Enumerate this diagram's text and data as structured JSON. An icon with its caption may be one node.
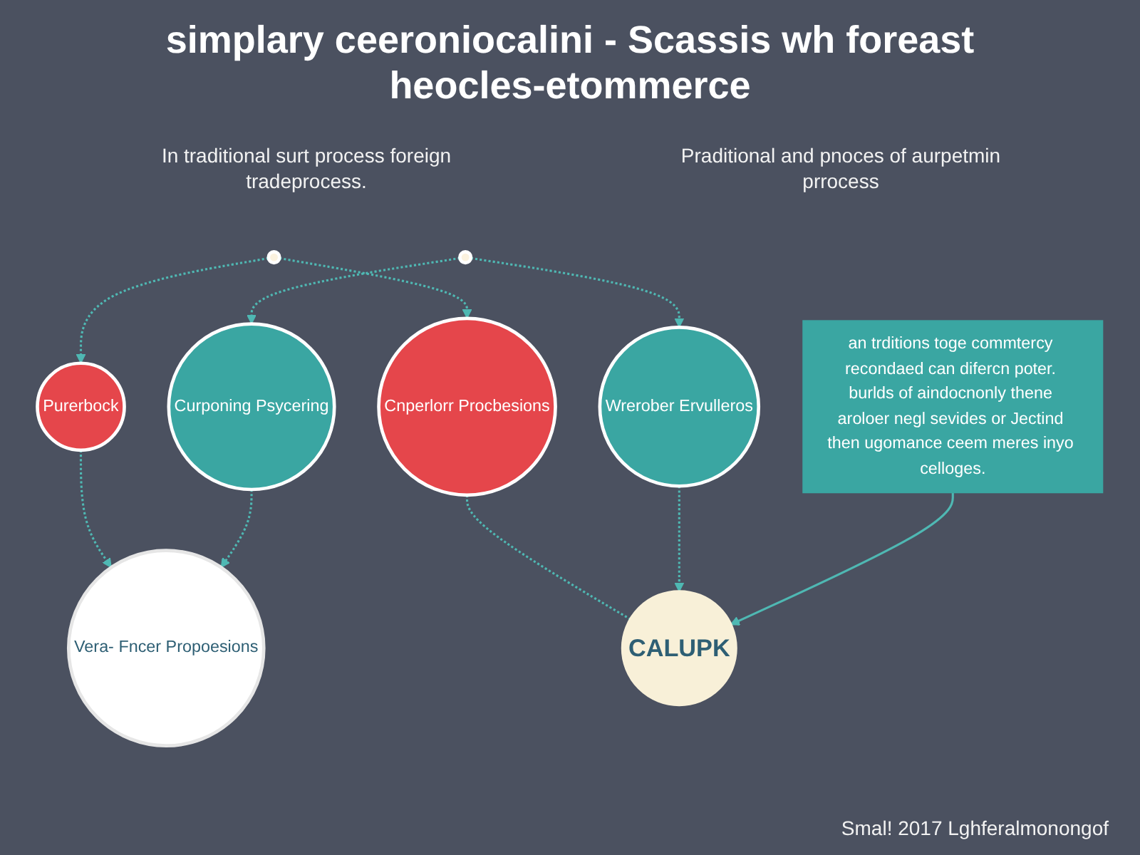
{
  "diagram": {
    "title": "simplary ceeroniocalini - Scassis wh foreast heocles-etommerce",
    "nodes": [
      {
        "text": [
          "Vera- Fncer Propoesions"
        ]
      },
      {
        "text": [
          "Purerbock"
        ]
      },
      {
        "text": [
          "Curponing Psycering"
        ]
      },
      {
        "text": [],
        "shape": "circle"
      },
      {
        "text": [],
        "shape": "circle"
      },
      {
        "text": [
          "Cnperlorr Procbesions"
        ]
      },
      {
        "text": [
          "CALUPK"
        ]
      },
      {
        "text": [
          "Wrerober Ervulleros"
        ]
      },
      {
        "text": [
          "an trditions toge commtercy recondaed can difercn poter. burlds of aindocnonly thene aroloer negl sevides or Jectind then ugomance ceem meres inyo celloges."
        ]
      }
    ],
    "edges": [
      {
        "from": 1,
        "to": 0,
        "arrow": "to",
        "style": "dashed"
      },
      {
        "from": 2,
        "to": 0,
        "arrow": "to",
        "style": "dashed"
      },
      {
        "from": 3,
        "to": 1,
        "arrow": "to",
        "style": "dashed"
      },
      {
        "from": 4,
        "to": 2,
        "arrow": "to",
        "style": "dashed"
      },
      {
        "from": 3,
        "to": 5,
        "arrow": "to",
        "style": "dashed"
      },
      {
        "from": 4,
        "to": 7,
        "arrow": "to",
        "style": "dashed"
      },
      {
        "from": 5,
        "to": 6,
        "arrow": "none",
        "style": "dashed"
      },
      {
        "from": 7,
        "to": 6,
        "arrow": "to",
        "style": "dashed"
      },
      {
        "from": 8,
        "to": 6,
        "arrow": "to"
      }
    ],
    "labels": [
      "In traditional surt process foreign tradeprocess.",
      "Praditional and pnoces of aurpetmin prrocess",
      "Smal! 2017 Lghferalmonongof"
    ]
  }
}
